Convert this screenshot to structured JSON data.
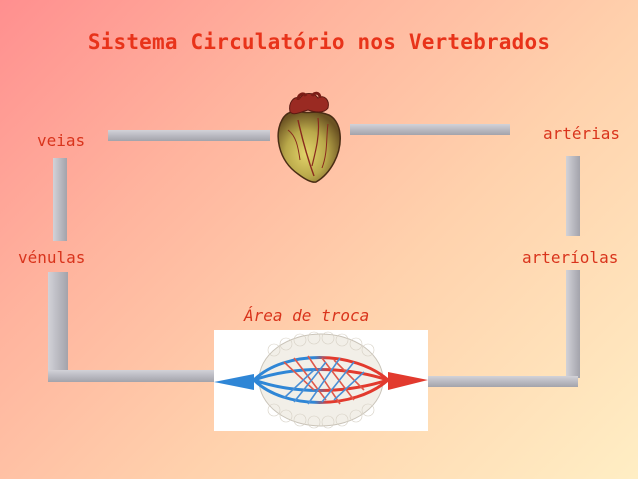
{
  "title": "Sistema Circulatório nos Vertebrados",
  "labels": {
    "veias": "veias",
    "arterias": "artérias",
    "venulas": "vénulas",
    "arteriolas": "arteríolas",
    "area_troca": "Área de troca"
  },
  "colors": {
    "title": "#e8331a",
    "label": "#d9341c",
    "pipe": "#a8a8b0",
    "venous_blood": "#2f86d6",
    "arterial_blood": "#e23a2e"
  },
  "icons": {
    "heart": "heart-icon",
    "capillary_bed": "capillary-bed-icon"
  }
}
